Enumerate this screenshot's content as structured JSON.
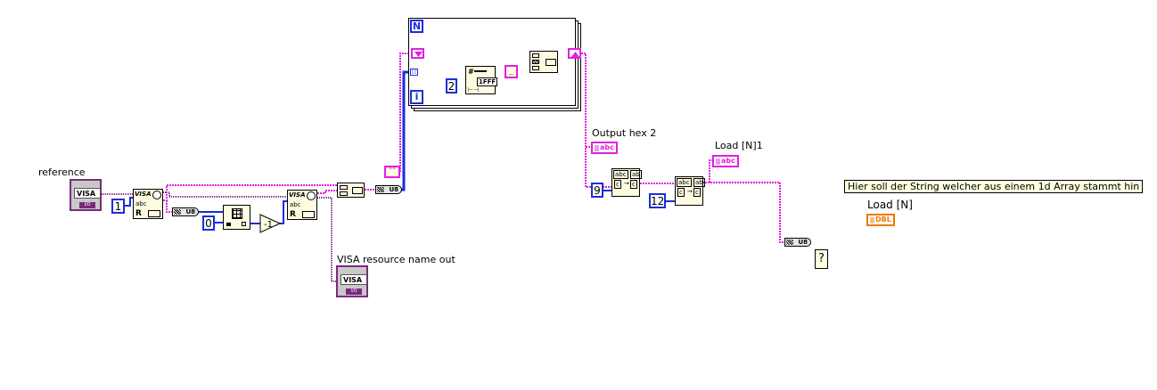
{
  "diagram": {
    "type": "LabVIEW block diagram",
    "controls": {
      "reference": {
        "label": "reference",
        "type": "VISA resource",
        "display": "VISA",
        "badge": "I/O"
      }
    },
    "indicators": {
      "visa_out": {
        "label": "VISA resource name out",
        "type": "VISA resource",
        "display": "VISA",
        "badge": "I/O"
      },
      "output_hex_2": {
        "label": "Output hex 2",
        "type": "string",
        "display": "abc"
      },
      "load_n1": {
        "label": "Load [N]1",
        "type": "string",
        "display": "abc"
      },
      "load_n": {
        "label": "Load [N]",
        "type": "DBL",
        "display": "DBL"
      }
    },
    "constants": {
      "byte_count_1": "1",
      "index_0": "0",
      "width_2": "2",
      "offset_9": "9",
      "offset_12": "12",
      "empty_string": "\"\"",
      "separator_string": "_"
    },
    "nodes": {
      "visa_read_1": {
        "title": "VISA",
        "sub": "abc",
        "mode": "R"
      },
      "visa_read_2": {
        "title": "VISA",
        "sub": "abc",
        "mode": "R"
      },
      "index_array": "Index Array",
      "decrement": "-1",
      "concat_1": "Concatenate Strings",
      "concat_2": "Concatenate Strings",
      "num_to_hex": {
        "label": "Number To Hexadecimal String",
        "glyph": "1FFF"
      },
      "string_subset_1": "String Subset",
      "string_subset_2": "String Subset",
      "type_cast_1": "U8",
      "type_cast_2": "U8",
      "type_cast_3": "U8"
    },
    "for_loop": {
      "count_terminal": "N",
      "iteration_terminal": "i",
      "index_tunnel": "[]"
    },
    "comment": "Hier soll der String welcher aus einem 1d Array stammt hin",
    "unknown_node": "?",
    "colors": {
      "string_wire": "#e020e0",
      "visa_wire": "#7a2a7a",
      "numeric_wire": "#1a2ed9",
      "dbl": "#f07800",
      "node_fill": "#fffbe0"
    }
  }
}
